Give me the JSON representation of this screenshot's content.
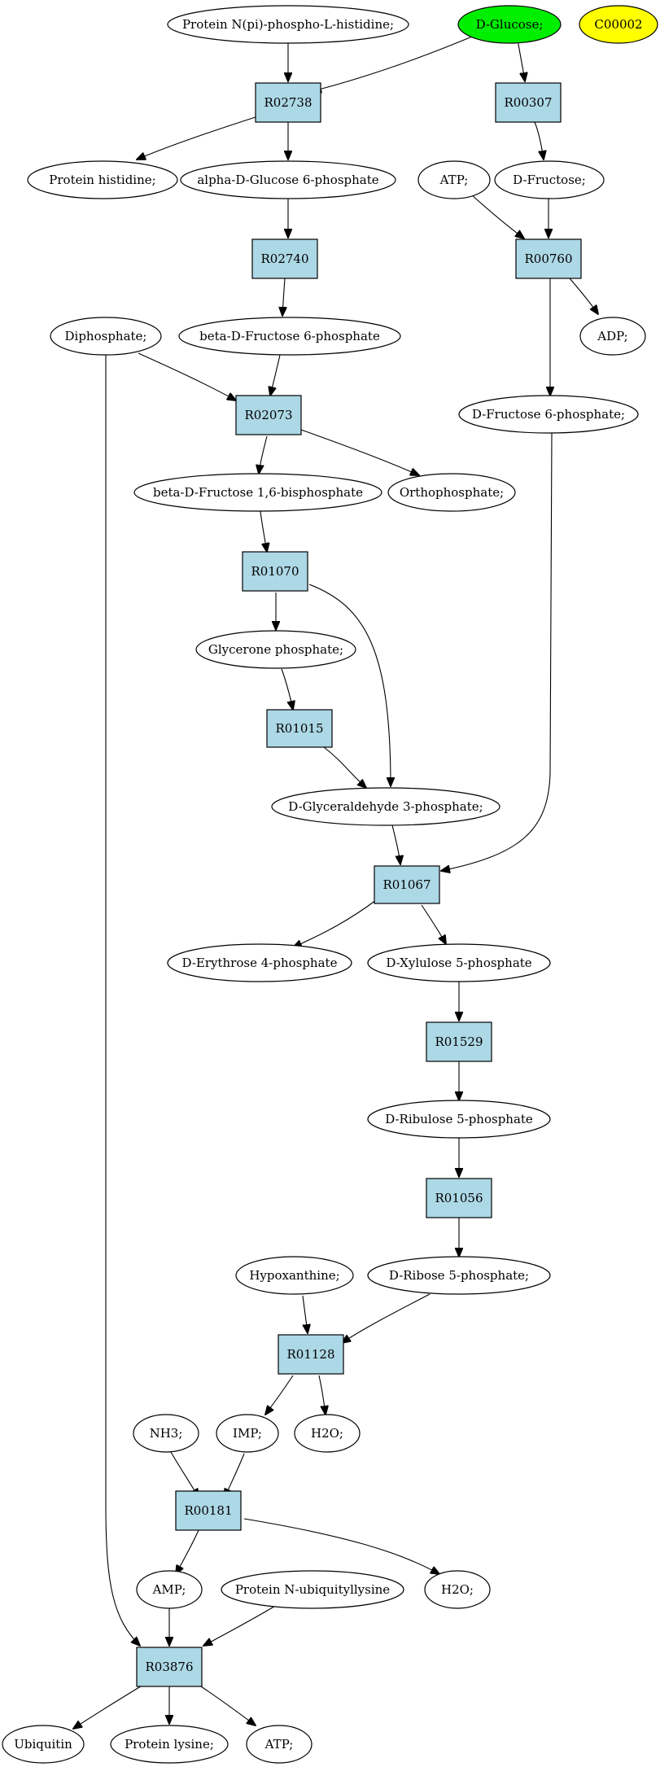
{
  "colors": {
    "compound_fill": "#ffffff",
    "reaction_fill": "#add8e6",
    "highlight_green": "#00ee00",
    "highlight_yellow": "#ffff00",
    "stroke": "#000000"
  },
  "nodes": {
    "protein_n_pi_phospho": "Protein N(pi)-phospho-L-histidine;",
    "d_glucose": "D-Glucose;",
    "c00002": "C00002",
    "r02738": "R02738",
    "r00307": "R00307",
    "protein_histidine": "Protein histidine;",
    "alpha_d_glucose_6p": "alpha-D-Glucose 6-phosphate",
    "atp_top": "ATP;",
    "d_fructose": "D-Fructose;",
    "r02740": "R02740",
    "r00760": "R00760",
    "diphosphate": "Diphosphate;",
    "beta_d_fructose_6p": "beta-D-Fructose 6-phosphate",
    "adp": "ADP;",
    "r02073": "R02073",
    "d_fructose_6p": "D-Fructose 6-phosphate;",
    "beta_d_fructose_16bp": "beta-D-Fructose 1,6-bisphosphate",
    "orthophosphate": "Orthophosphate;",
    "r01070": "R01070",
    "glycerone_phosphate": "Glycerone phosphate;",
    "r01015": "R01015",
    "d_glyceraldehyde_3p": "D-Glyceraldehyde 3-phosphate;",
    "r01067": "R01067",
    "d_erythrose_4p": "D-Erythrose 4-phosphate",
    "d_xylulose_5p": "D-Xylulose 5-phosphate",
    "r01529": "R01529",
    "d_ribulose_5p": "D-Ribulose 5-phosphate",
    "r01056": "R01056",
    "hypoxanthine": "Hypoxanthine;",
    "d_ribose_5p": "D-Ribose 5-phosphate;",
    "r01128": "R01128",
    "nh3": "NH3;",
    "imp": "IMP;",
    "h2o_a": "H2O;",
    "r00181": "R00181",
    "amp": "AMP;",
    "protein_n_ubiquityllysine": "Protein N-ubiquityllysine",
    "h2o_b": "H2O;",
    "r03876": "R03876",
    "ubiquitin": "Ubiquitin",
    "protein_lysine": "Protein lysine;",
    "atp_bottom": "ATP;"
  }
}
